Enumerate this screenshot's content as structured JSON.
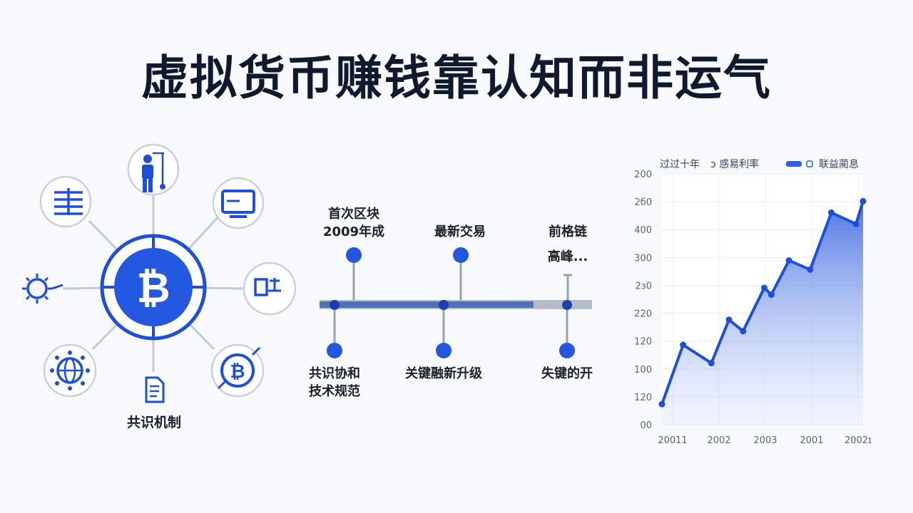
{
  "title": "虚拟货币赚钱靠认知而非运气",
  "network": {
    "center_icon": "bitcoin-icon",
    "caption": "共识机制",
    "nodes": [
      "person-icon",
      "monitor-icon",
      "document-icon",
      "bitcoin-coin-icon",
      "file-icon",
      "globe-icon",
      "sun-icon",
      "server-icon"
    ]
  },
  "timeline": {
    "top_events": [
      {
        "line1": "首次区块",
        "line2": "2009年成"
      },
      {
        "line1": "最新交易",
        "line2": ""
      },
      {
        "line1": "前格链",
        "line2": "高峰..."
      }
    ],
    "bottom_events": [
      {
        "line1": "共识协和",
        "line2": "技术规范"
      },
      {
        "line1": "关键融新升级",
        "line2": ""
      },
      {
        "line1": "失键的开",
        "line2": ""
      }
    ]
  },
  "chart_data": {
    "type": "area",
    "legend": {
      "left": "过过十年",
      "mid": "ɔ 惑易利率",
      "right": "联益蔺息"
    },
    "y_ticks": [
      "200",
      "2б0",
      "400",
      "300",
      "2з0",
      "220",
      "120",
      "100",
      "120",
      "00"
    ],
    "x_ticks": [
      "20011",
      "2002",
      "2003",
      "2001",
      "2002ɪ"
    ],
    "x": [
      0,
      0.6,
      1.4,
      1.9,
      2.3,
      2.9,
      3.1,
      3.6,
      4.2,
      4.8,
      5.5,
      5.7
    ],
    "y": [
      0.9,
      3.5,
      2.7,
      4.6,
      4.1,
      6.0,
      5.7,
      7.2,
      6.8,
      9.3,
      8.8,
      9.8
    ],
    "xlim": [
      0,
      5.7
    ],
    "ylim": [
      0,
      11
    ]
  }
}
